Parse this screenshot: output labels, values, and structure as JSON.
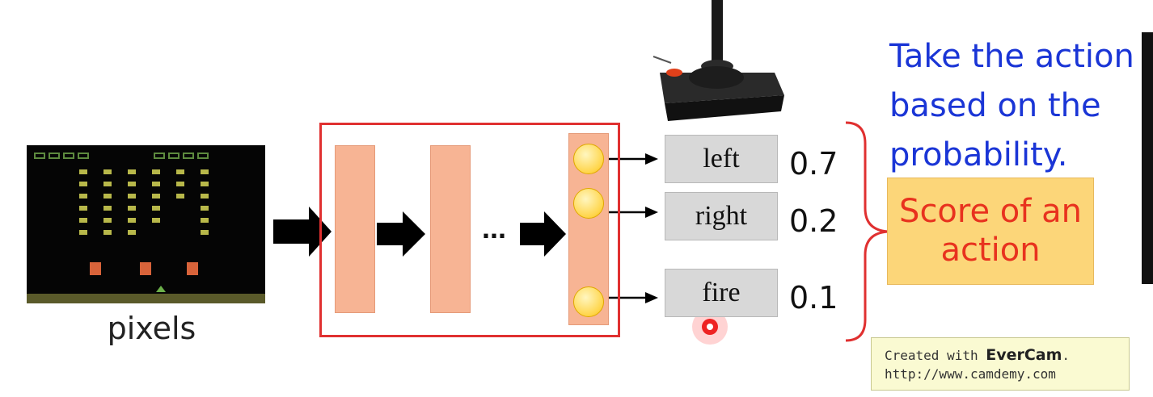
{
  "input": {
    "label": "pixels"
  },
  "network": {
    "hidden_ellipsis": "..."
  },
  "actions": [
    {
      "label": "left",
      "probability": "0.7"
    },
    {
      "label": "right",
      "probability": "0.2"
    },
    {
      "label": "fire",
      "probability": "0.1"
    }
  ],
  "annotation": {
    "take_action_lines": [
      "Take the action",
      "based on the",
      "probability."
    ],
    "score_lines": [
      "Score of an",
      "action"
    ]
  },
  "watermark": {
    "prefix": "Created with ",
    "brand": "EverCam",
    "suffix": ".",
    "url": "http://www.camdemy.com"
  },
  "colors": {
    "network_border": "#e03030",
    "layer_fill": "#f7b494",
    "neuron_fill": "#ffd54a",
    "annotation_text": "#1a35d6",
    "score_text": "#e8321e",
    "score_fill": "#fcd679",
    "brace": "#e03030"
  }
}
